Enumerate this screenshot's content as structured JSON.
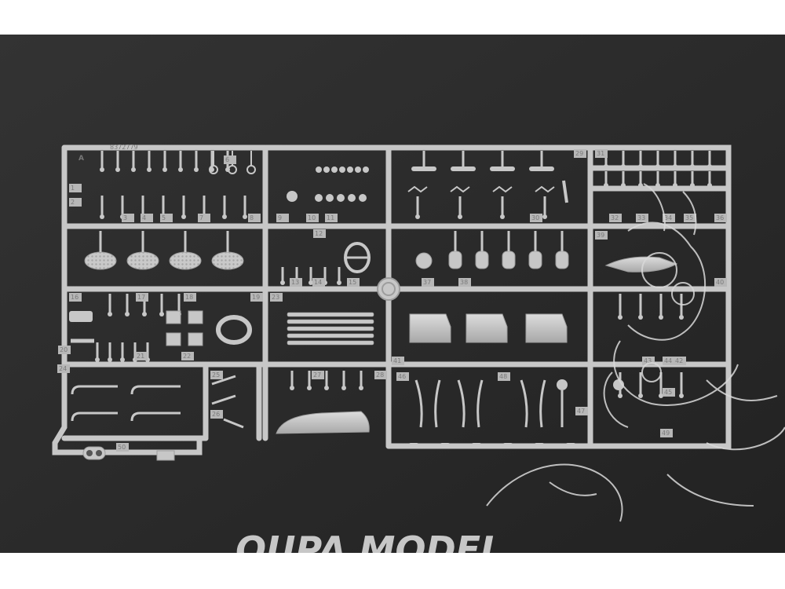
{
  "sprue": {
    "letter": "A",
    "part_code": "8372779",
    "part_numbers": [
      "1",
      "2",
      "3",
      "4",
      "5",
      "6",
      "7",
      "8",
      "9",
      "10",
      "11",
      "12",
      "13",
      "14",
      "15",
      "16",
      "17",
      "18",
      "19",
      "20",
      "21",
      "22",
      "23",
      "24",
      "25",
      "26",
      "27",
      "28",
      "29",
      "30",
      "31",
      "32",
      "33",
      "34",
      "35",
      "36",
      "37",
      "38",
      "39",
      "40",
      "41",
      "42",
      "43",
      "44",
      "45",
      "46",
      "47",
      "48",
      "49",
      "50"
    ]
  },
  "watermark": {
    "text": "OUPA MODEL"
  },
  "colors": {
    "background": "#2a2a2a",
    "plastic": "#c7c7c7",
    "plastic_shadow": "#9d9d9d",
    "watermark": "#d9d9d9"
  }
}
